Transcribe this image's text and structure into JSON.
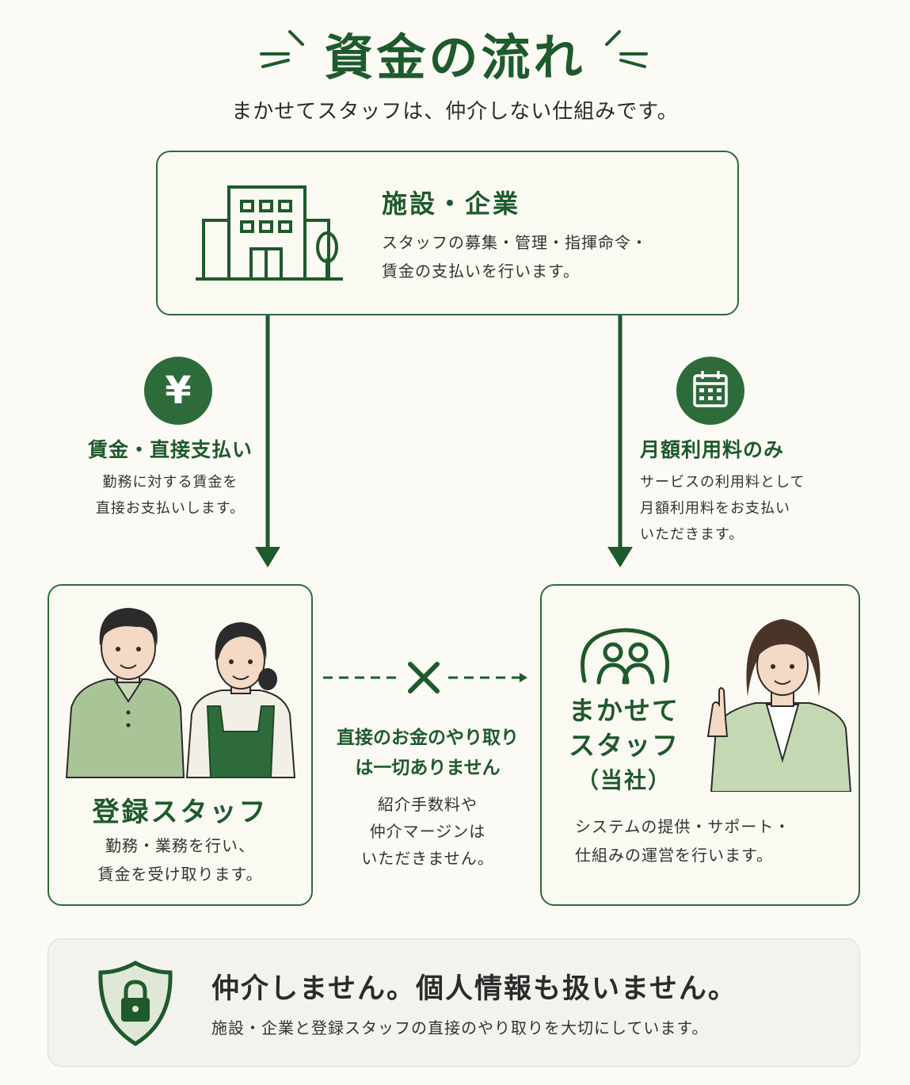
{
  "title": "資金の流れ",
  "subtitle": "まかせてスタッフは、仲介しない仕組みです。",
  "company": {
    "heading": "施設・企業",
    "desc_line1": "スタッフの募集・管理・指揮命令・",
    "desc_line2": "賃金の支払いを行います。"
  },
  "left_flow": {
    "icon_char": "¥",
    "heading": "賃金・直接支払い",
    "desc_line1": "勤務に対する賃金を",
    "desc_line2": "直接お支払いします。"
  },
  "right_flow": {
    "heading": "月額利用料のみ",
    "desc_line1": "サービスの利用料として",
    "desc_line2": "月額利用料をお支払い",
    "desc_line3": "いただきます。"
  },
  "staff": {
    "heading": "登録スタッフ",
    "desc_line1": "勤務・業務を行い、",
    "desc_line2": "賃金を受け取ります。"
  },
  "middle": {
    "heading_line1": "直接のお金のやり取り",
    "heading_line2": "は一切ありません",
    "desc_line1": "紹介手数料や",
    "desc_line2": "仲介マージンは",
    "desc_line3": "いただきません。"
  },
  "makasete": {
    "name_line1": "まかせて",
    "name_line2": "スタッフ",
    "name_line3": "（当社）",
    "desc_line1": "システムの提供・サポート・",
    "desc_line2": "仕組みの運営を行います。"
  },
  "footer": {
    "heading": "仲介しません。個人情報も扱いません。",
    "desc": "施設・企業と登録スタッフの直接のやり取りを大切にしています。"
  },
  "colors": {
    "primary": "#1e5a2c",
    "accent": "#2e6b3a",
    "shirt": "#a9c496",
    "background": "#fbfaf5"
  }
}
